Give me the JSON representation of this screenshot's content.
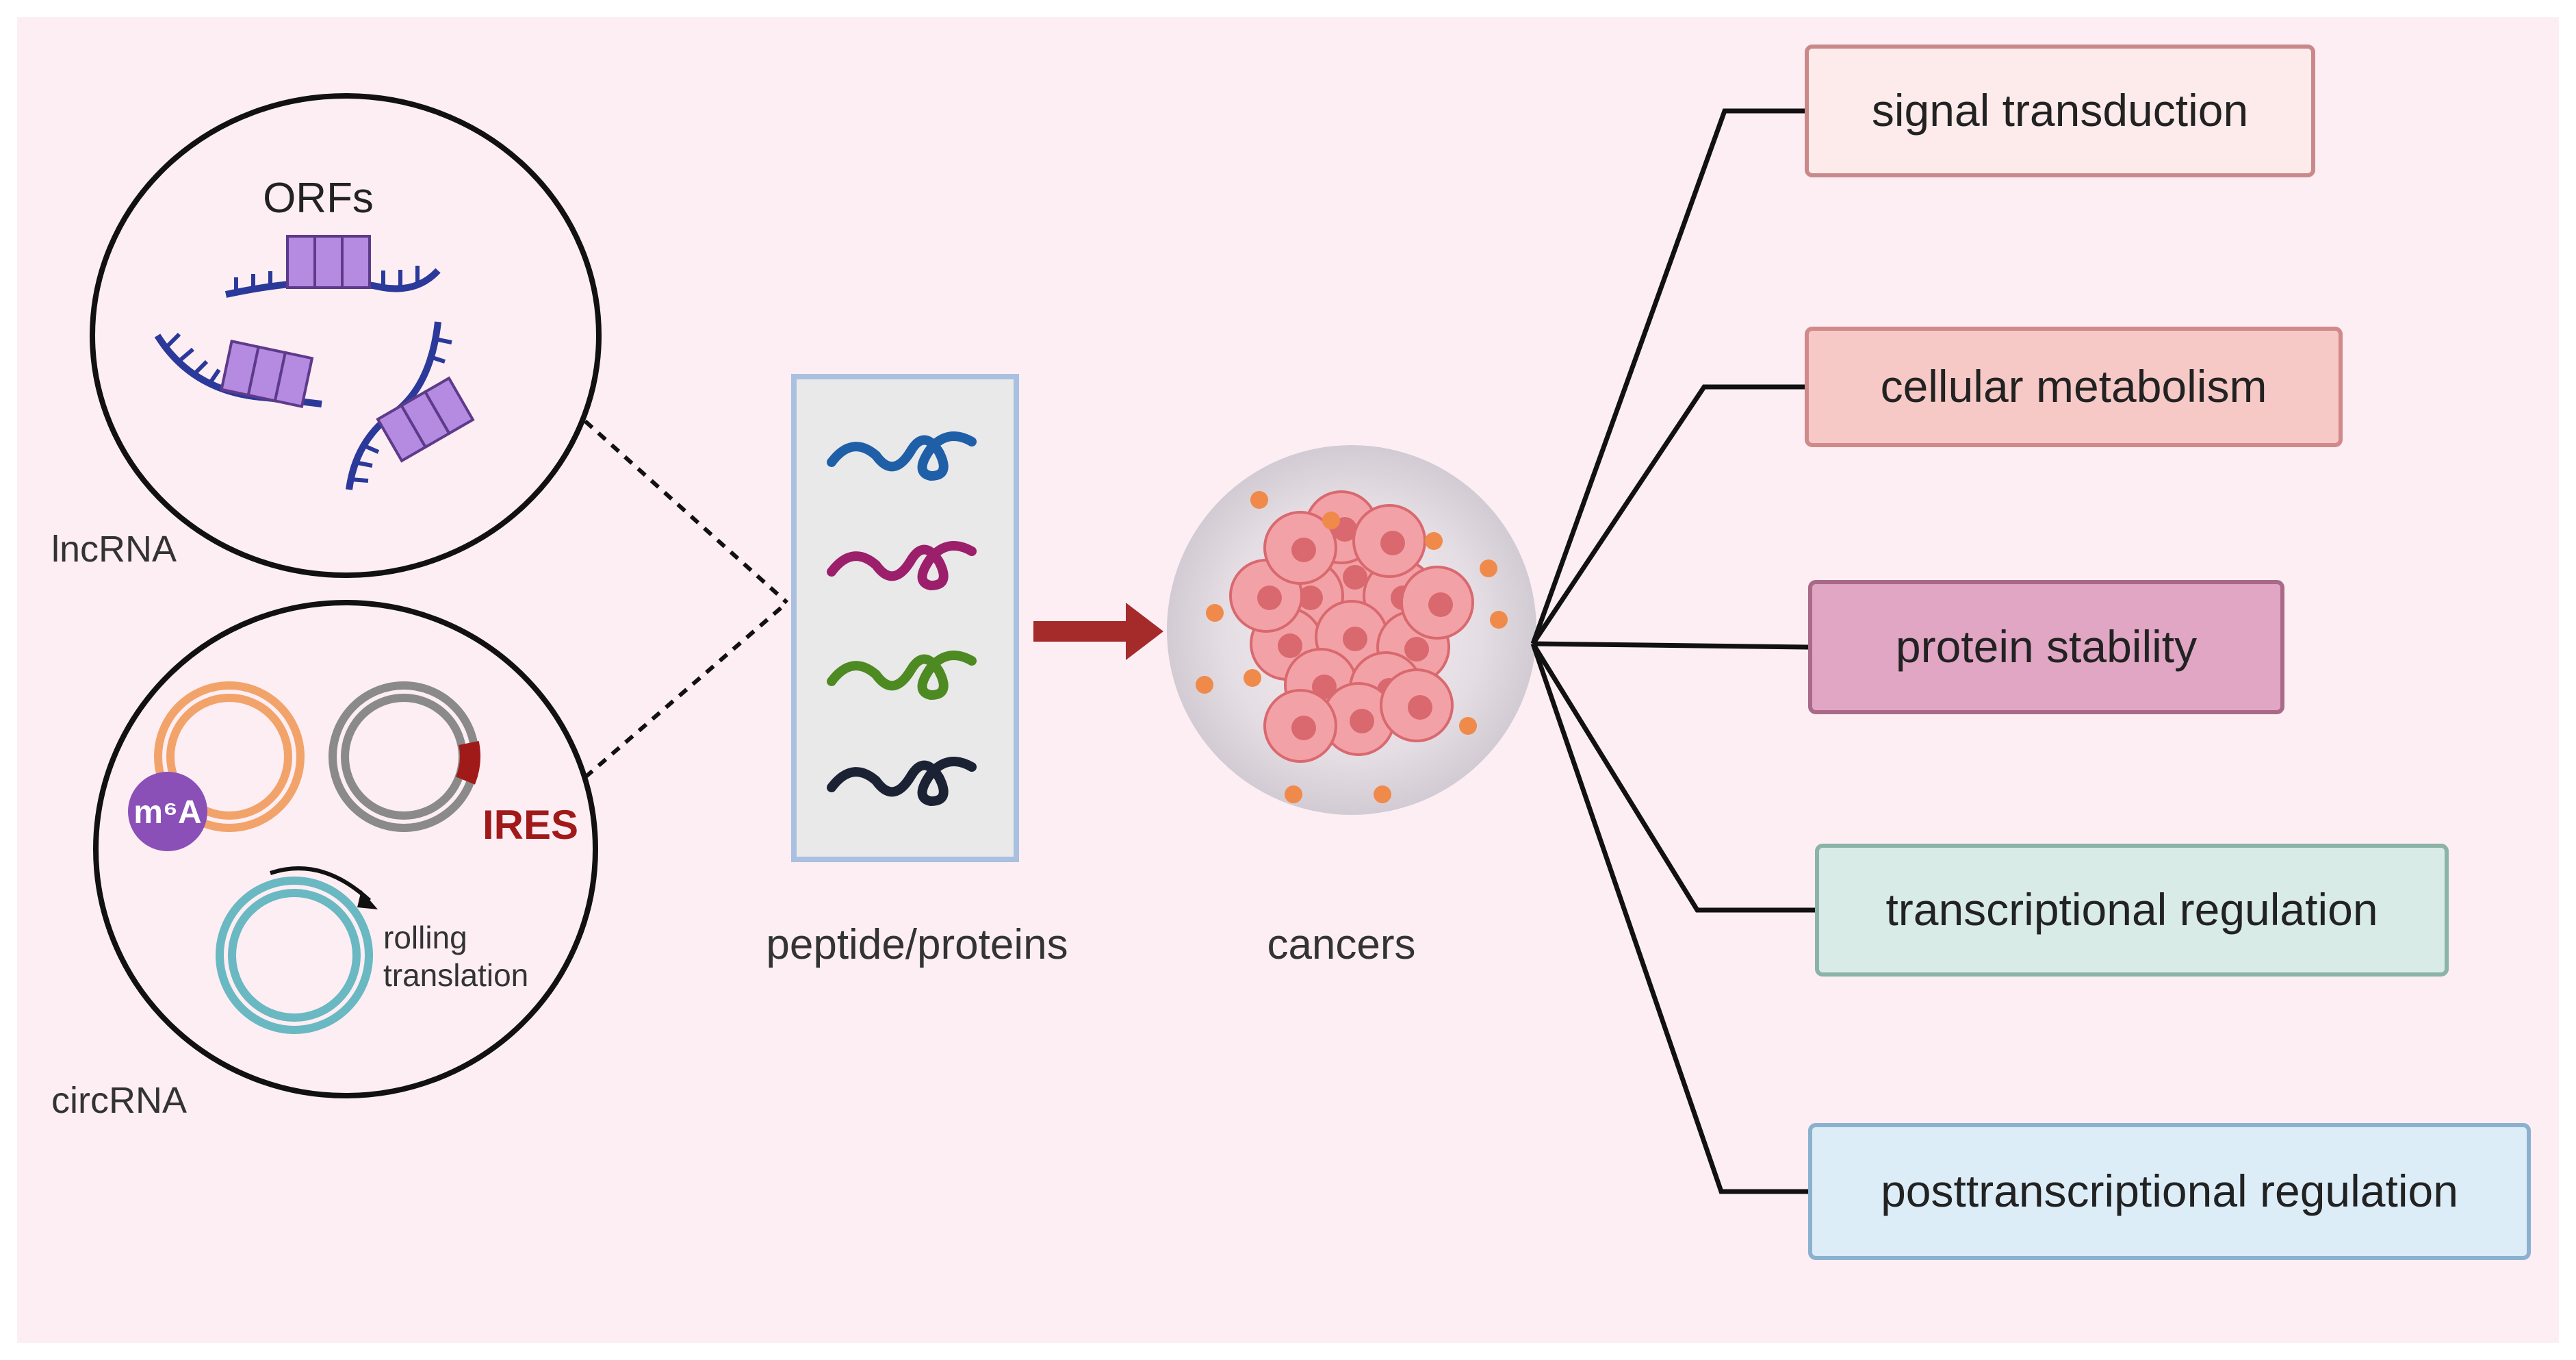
{
  "colors": {
    "background": "#fdeef4",
    "outline": "#111111",
    "arrow": "#a52a2a",
    "orf_box": "#b48be0",
    "rna_strand": "#2b3a9a",
    "m6a_circle": "#8b4fb8",
    "ires_segment": "#a11a1a",
    "circ_orange": "#f2a36a",
    "circ_gray": "#8a8a8a",
    "circ_teal": "#6ab8c2",
    "peptide_panel": "#e9e9e9",
    "peptide_border": "#a9c0e0",
    "peptide_colors": [
      "#1f5fa8",
      "#9c1f6c",
      "#4e8a22",
      "#1a2233"
    ],
    "cell_pink": "#f2a2a6",
    "cell_dark": "#d9696f",
    "cell_halo": "#d7d7dd",
    "dot_orange": "#f08a4b"
  },
  "lncrna": {
    "label": "lncRNA",
    "orfs_label": "ORFs"
  },
  "circrna": {
    "label": "circRNA",
    "m6a_label": "m⁶A",
    "ires_label": "IRES",
    "rolling_label_1": "rolling",
    "rolling_label_2": "translation"
  },
  "peptides": {
    "label": "peptide/proteins",
    "count": 4
  },
  "cancers": {
    "label": "cancers"
  },
  "outcomes": [
    {
      "label": "signal transduction",
      "fill": "#fdebeb",
      "stroke": "#c9898b"
    },
    {
      "label": "cellular metabolism",
      "fill": "#f6c9c6",
      "stroke": "#d08a89"
    },
    {
      "label": "protein stability",
      "fill": "#e0a6c4",
      "stroke": "#a96a88"
    },
    {
      "label": "transcriptional regulation",
      "fill": "#d8ebe6",
      "stroke": "#8bb3a8"
    },
    {
      "label": "posttranscriptional regulation",
      "fill": "#dcedf8",
      "stroke": "#8bb1cf"
    }
  ]
}
